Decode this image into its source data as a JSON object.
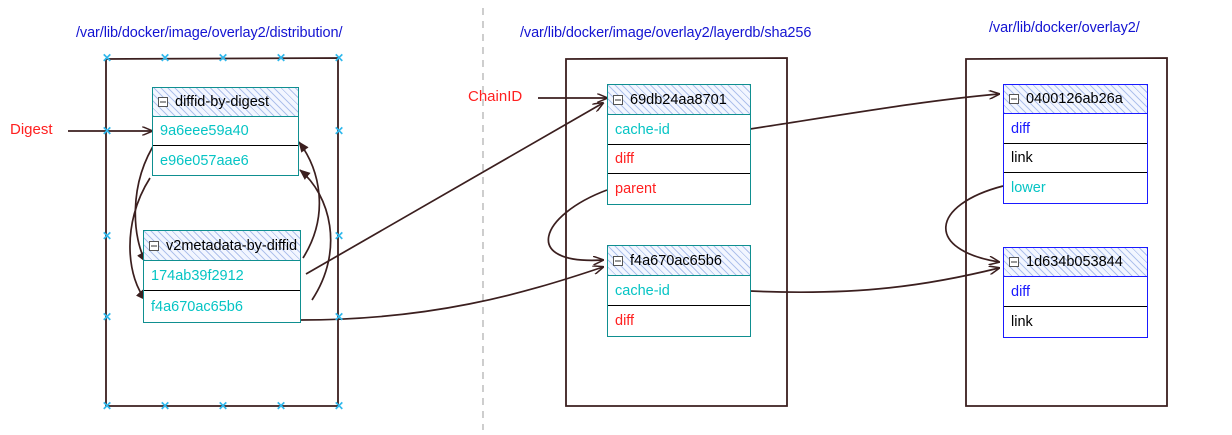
{
  "diagram": {
    "title_color": "#1414d2",
    "accent_teal": "#0f8f90",
    "accent_blue": "#1a1aff",
    "annotation_color": "#ff2020",
    "wire_color": "#3b1f1f",
    "handle_color": "#2fb8ec"
  },
  "groups": [
    {
      "id": "distribution",
      "title": "/var/lib/docker/image/overlay2/distribution/"
    },
    {
      "id": "layerdb",
      "title": "/var/lib/docker/image/overlay2/layerdb/sha256"
    },
    {
      "id": "overlay2",
      "title": "/var/lib/docker/overlay2/"
    }
  ],
  "annotations": [
    {
      "id": "digest",
      "label": "Digest"
    },
    {
      "id": "chainid",
      "label": "ChainID"
    }
  ],
  "tables": [
    {
      "id": "diffid-by-digest",
      "group": "distribution",
      "header": "diffid-by-digest",
      "rows": [
        {
          "text": "9a6eee59a40",
          "color": "teal"
        },
        {
          "text": "e96e057aae6",
          "color": "teal"
        }
      ]
    },
    {
      "id": "v2metadata-by-diffid",
      "group": "distribution",
      "header": "v2metadata-by-diffid",
      "rows": [
        {
          "text": "174ab39f2912",
          "color": "teal"
        },
        {
          "text": "f4a670ac65b6",
          "color": "teal"
        }
      ]
    },
    {
      "id": "69db24aa8701",
      "group": "layerdb",
      "header": "69db24aa8701",
      "rows": [
        {
          "text": "cache-id",
          "color": "teal"
        },
        {
          "text": "diff",
          "color": "red"
        },
        {
          "text": "parent",
          "color": "red"
        }
      ]
    },
    {
      "id": "f4a670ac65b6",
      "group": "layerdb",
      "header": "f4a670ac65b6",
      "rows": [
        {
          "text": "cache-id",
          "color": "teal"
        },
        {
          "text": "diff",
          "color": "red"
        }
      ]
    },
    {
      "id": "0400126ab26a",
      "group": "overlay2",
      "header": "0400126ab26a",
      "rows": [
        {
          "text": "diff",
          "color": "blue"
        },
        {
          "text": "link",
          "color": "black"
        },
        {
          "text": "lower",
          "color": "teal"
        }
      ]
    },
    {
      "id": "1d634b053844",
      "group": "overlay2",
      "header": "1d634b053844",
      "rows": [
        {
          "text": "diff",
          "color": "blue"
        },
        {
          "text": "link",
          "color": "black"
        }
      ]
    }
  ]
}
